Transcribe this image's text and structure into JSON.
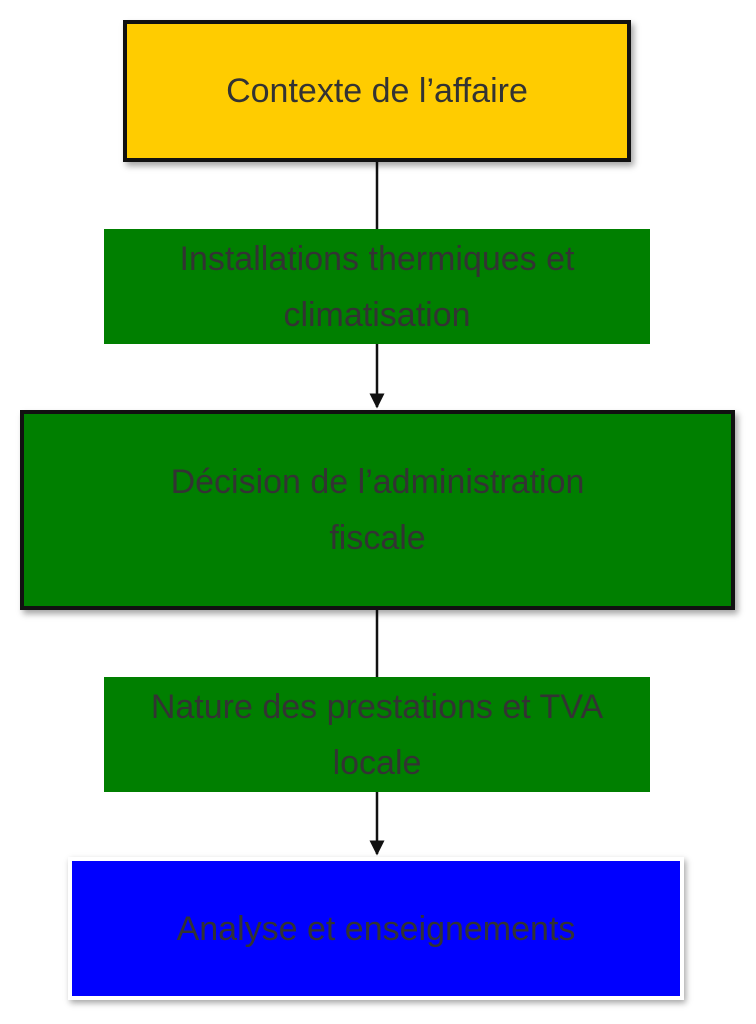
{
  "nodes": {
    "context": {
      "label": "Contexte de l’affaire",
      "fill": "#FFCC00"
    },
    "decision": {
      "label": "Décision de l’administration fiscale",
      "fill": "#007F00"
    },
    "analysis": {
      "label": "Analyse et enseignements",
      "fill": "#0000FF"
    }
  },
  "edges": [
    {
      "from": "context",
      "to": "decision",
      "label": "Installations thermiques et climatisation",
      "fill": "#007F00"
    },
    {
      "from": "decision",
      "to": "analysis",
      "label": "Nature des prestations et TVA locale",
      "fill": "#007F00"
    }
  ],
  "colors": {
    "text": "#333333",
    "line": "#111111"
  }
}
